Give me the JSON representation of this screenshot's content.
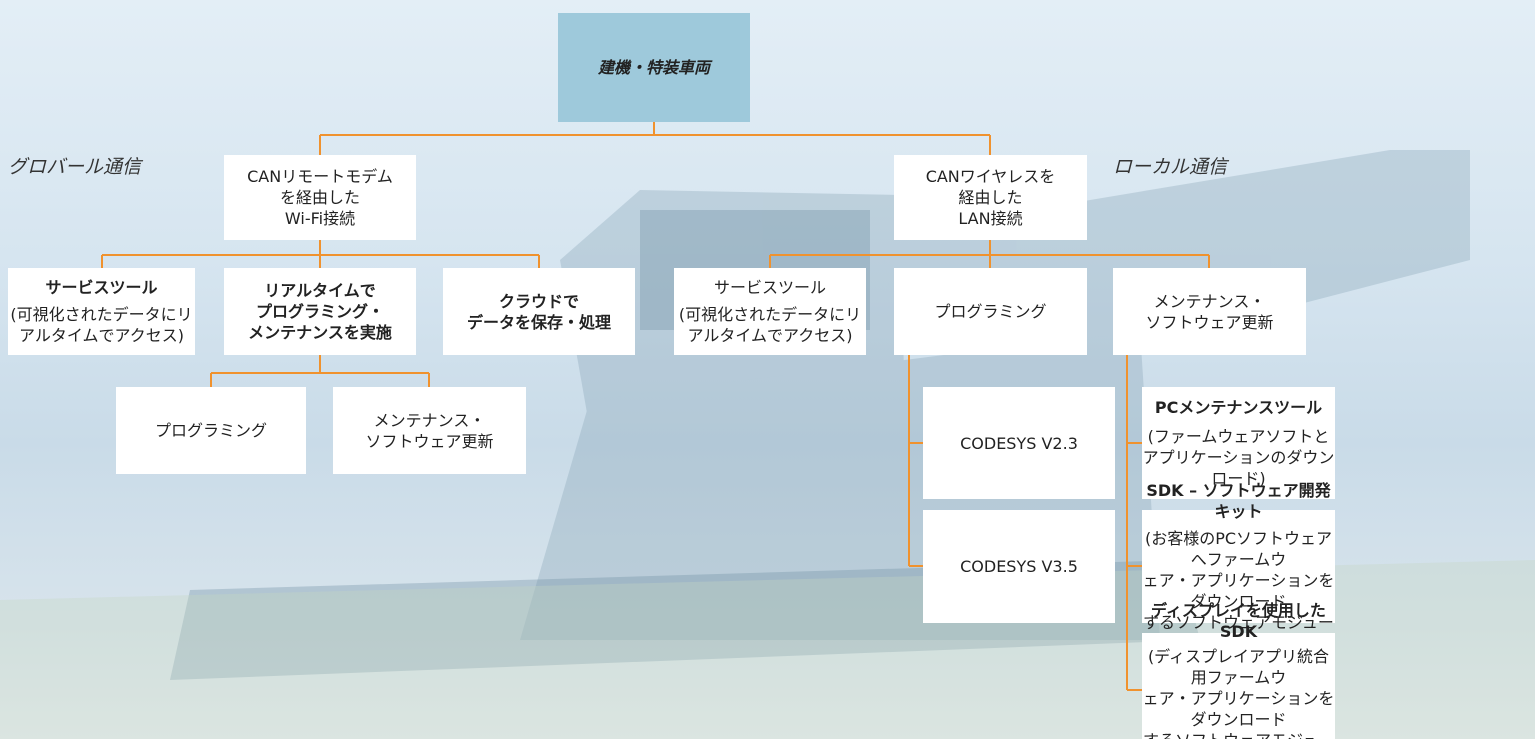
{
  "colors": {
    "connector": "#f0922e",
    "root_fill": "#9ec9db",
    "box_fill": "#ffffff"
  },
  "root": {
    "label": "建機・特装車両"
  },
  "global": {
    "heading": "グロバール通信",
    "node": "CANリモートモデム\nを経由した\nWi-Fi接続",
    "children": [
      {
        "title": "サービスツール",
        "desc": "(可視化されたデータにリ\nアルタイムでアクセス)"
      },
      {
        "title": "リアルタイムで\nプログラミング・\nメンテナンスを実施"
      },
      {
        "title": "クラウドで\nデータを保存・処理"
      }
    ],
    "grandchildren": [
      {
        "label": "プログラミング"
      },
      {
        "label": "メンテナンス・\nソフトウェア更新"
      }
    ]
  },
  "local": {
    "heading": "ローカル通信",
    "node": "CANワイヤレスを\n経由した\nLAN接続",
    "children": [
      {
        "title": "サービスツール",
        "desc": "(可視化されたデータにリ\nアルタイムでアクセス)"
      },
      {
        "label": "プログラミング"
      },
      {
        "label": "メンテナンス・\nソフトウェア更新"
      }
    ],
    "programming_items": [
      {
        "label": "CODESYS V2.3"
      },
      {
        "label": "CODESYS V3.5"
      }
    ],
    "maintenance_items": [
      {
        "title": "PCメンテナンスツール",
        "desc": "(ファームウェアソフトと\nアプリケーションのダウンロード)"
      },
      {
        "title": "SDK – ソフトウェア開発キット",
        "desc": "(お客様のPCソフトウェアへファームウ\nェア・アプリケーションをダウンロード\nするソフトウェアモジュール)"
      },
      {
        "title": "ディスプレイを使用したSDK",
        "desc": "(ディスプレイアプリ統合用ファームウ\nェア・アプリケーションをダウンロード\nするソフトウェアモジュール)"
      }
    ]
  }
}
